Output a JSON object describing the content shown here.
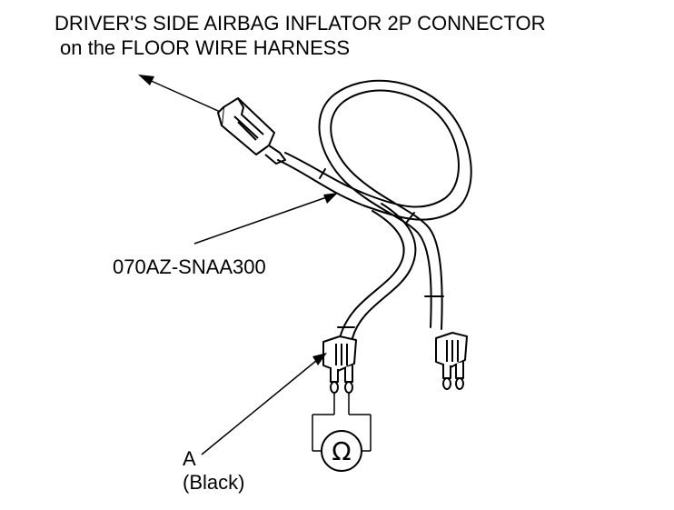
{
  "title": {
    "line1": "DRIVER'S SIDE AIRBAG INFLATOR 2P CONNECTOR",
    "line2": "on the FLOOR WIRE HARNESS"
  },
  "callouts": {
    "part_number": "070AZ-SNAA300",
    "a_letter": "A",
    "a_color": "(Black)",
    "ohm_symbol": "Ω"
  }
}
